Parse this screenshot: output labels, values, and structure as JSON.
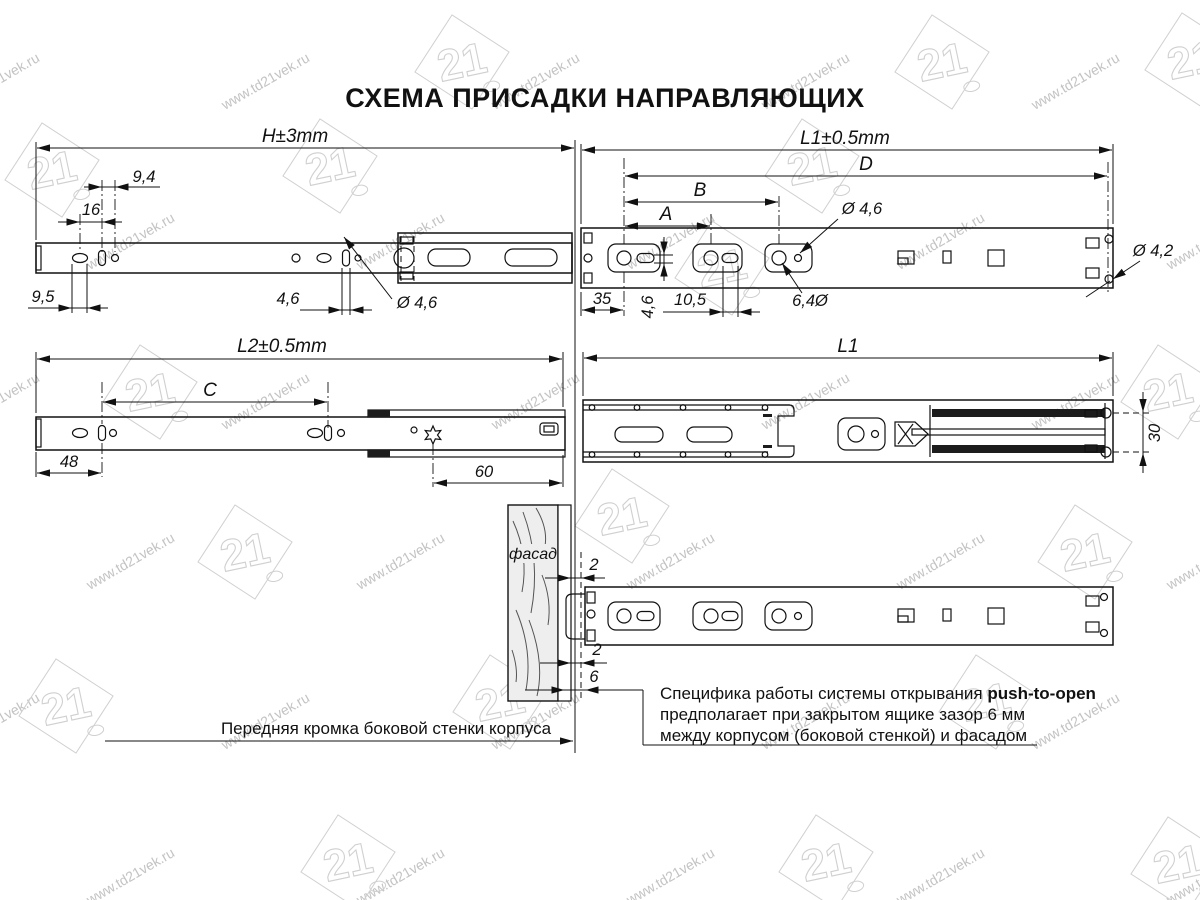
{
  "title": "СХЕМА ПРИСАДКИ НАПРАВЛЯЮЩИХ",
  "watermark": {
    "text": "www.td21vek.ru",
    "logo": "21"
  },
  "views": {
    "drawer_side": {
      "dims": {
        "overall": "H±3mm",
        "pitch_outer": "9,4",
        "pitch_inner": "16",
        "slot_front": "9,5",
        "slot_width": "4,6",
        "hole": "Ø 4,6"
      }
    },
    "cabinet_face": {
      "dims": {
        "overall": "L1±0.5mm",
        "d": "D",
        "b": "B",
        "a": "A",
        "front": "35",
        "oval_h": "4,6",
        "oval_l": "10,5",
        "keyhole": "6,4Ø",
        "hole": "Ø 4,6",
        "end_hole": "Ø 4,2"
      }
    },
    "drawer_closed": {
      "dims": {
        "overall": "L2±0.5mm",
        "c": "C",
        "front": "48",
        "star": "60"
      }
    },
    "assembled": {
      "dims": {
        "overall": "L1",
        "height": "30"
      }
    },
    "mounting": {
      "facade_label": "фасад",
      "gap_top": "2",
      "gap_mid": "2",
      "gap_front": "6",
      "edge_note": "Передняя кромка боковой стенки корпуса",
      "note": {
        "part1": "Специфика работы системы открывания ",
        "bold": "push-to-open",
        "line2": "предполагает при закрытом ящике зазор 6 мм",
        "line3": "между корпусом (боковой стенкой) и фасадом"
      }
    }
  }
}
